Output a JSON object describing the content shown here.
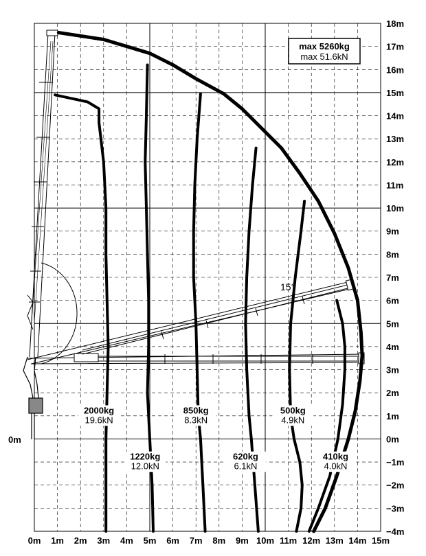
{
  "chart_data": {
    "type": "line",
    "title": "",
    "xlabel": "",
    "ylabel": "",
    "xlim": [
      0,
      15
    ],
    "ylim": [
      -4,
      18
    ],
    "grid": true,
    "x_ticks": [
      {
        "v": 0,
        "label": "0m"
      },
      {
        "v": 1,
        "label": "1m"
      },
      {
        "v": 2,
        "label": "2m"
      },
      {
        "v": 3,
        "label": "3m"
      },
      {
        "v": 4,
        "label": "4m"
      },
      {
        "v": 5,
        "label": "5m"
      },
      {
        "v": 6,
        "label": "6m"
      },
      {
        "v": 7,
        "label": "7m"
      },
      {
        "v": 8,
        "label": "8m"
      },
      {
        "v": 9,
        "label": "9m"
      },
      {
        "v": 10,
        "label": "10m"
      },
      {
        "v": 11,
        "label": "11m"
      },
      {
        "v": 12,
        "label": "12m"
      },
      {
        "v": 13,
        "label": "13m"
      },
      {
        "v": 14,
        "label": "14m"
      },
      {
        "v": 15,
        "label": "15m"
      }
    ],
    "y_ticks": [
      {
        "v": 18,
        "label": "18m"
      },
      {
        "v": 17,
        "label": "17m"
      },
      {
        "v": 16,
        "label": "16m"
      },
      {
        "v": 15,
        "label": "15m"
      },
      {
        "v": 14,
        "label": "14m"
      },
      {
        "v": 13,
        "label": "13m"
      },
      {
        "v": 12,
        "label": "12m"
      },
      {
        "v": 11,
        "label": "11m"
      },
      {
        "v": 10,
        "label": "10m"
      },
      {
        "v": 9,
        "label": "9m"
      },
      {
        "v": 8,
        "label": "8m"
      },
      {
        "v": 7,
        "label": "7m"
      },
      {
        "v": 6,
        "label": "6m"
      },
      {
        "v": 5,
        "label": "5m"
      },
      {
        "v": 4,
        "label": "4m"
      },
      {
        "v": 3,
        "label": "3m"
      },
      {
        "v": 2,
        "label": "2m"
      },
      {
        "v": 1,
        "label": "1m"
      },
      {
        "v": 0,
        "label": "0m"
      },
      {
        "v": -1,
        "label": "−1m"
      },
      {
        "v": -2,
        "label": "−2m"
      },
      {
        "v": -3,
        "label": "−3m"
      },
      {
        "v": -4,
        "label": "−4m"
      }
    ],
    "left_label": "0m",
    "max_box": {
      "kg": "max 5260kg",
      "kn": "max 51.6kN"
    },
    "angle_label": "15°",
    "envelope": [
      [
        1.05,
        17.6
      ],
      [
        3,
        17.3
      ],
      [
        5,
        16.7
      ],
      [
        6,
        16.2
      ],
      [
        7,
        15.6
      ],
      [
        8.2,
        14.95
      ],
      [
        9,
        14.3
      ],
      [
        10,
        13.3
      ],
      [
        10.7,
        12.6
      ],
      [
        11.5,
        11.5
      ],
      [
        12.3,
        10.3
      ],
      [
        13,
        8.9
      ],
      [
        13.6,
        7.4
      ],
      [
        14,
        6
      ],
      [
        14.15,
        4.6
      ],
      [
        14.2,
        3.6
      ],
      [
        14.1,
        2.5
      ],
      [
        13.9,
        1.2
      ],
      [
        13.6,
        0
      ],
      [
        13.1,
        -1.6
      ],
      [
        12.6,
        -3
      ],
      [
        12.1,
        -4
      ]
    ],
    "series": [
      {
        "load_kg": "2000kg",
        "load_kn": "19.6kN",
        "points": [
          [
            0.9,
            14.9
          ],
          [
            2.3,
            14.6
          ],
          [
            2.8,
            14.3
          ],
          [
            2.8,
            13.7
          ],
          [
            3,
            12
          ],
          [
            3.1,
            10
          ],
          [
            3.1,
            8
          ],
          [
            3.15,
            6
          ],
          [
            3.2,
            4
          ],
          [
            3.15,
            2
          ],
          [
            3.1,
            0
          ],
          [
            3.1,
            -4
          ]
        ]
      },
      {
        "load_kg": "1220kg",
        "load_kn": "12.0kN",
        "points": [
          [
            4.9,
            16.2
          ],
          [
            4.85,
            14
          ],
          [
            4.8,
            12
          ],
          [
            4.85,
            10
          ],
          [
            4.9,
            8
          ],
          [
            4.95,
            6
          ],
          [
            4.95,
            4
          ],
          [
            4.9,
            2
          ],
          [
            5.0,
            0
          ],
          [
            5.1,
            -2
          ],
          [
            5.15,
            -4
          ]
        ]
      },
      {
        "load_kg": "850kg",
        "load_kn": "8.3kN",
        "points": [
          [
            7.2,
            14.95
          ],
          [
            7.05,
            13
          ],
          [
            6.95,
            11
          ],
          [
            6.9,
            9
          ],
          [
            6.9,
            7
          ],
          [
            7.0,
            5
          ],
          [
            7.05,
            3
          ],
          [
            7.1,
            1
          ],
          [
            7.2,
            0
          ],
          [
            7.3,
            -2
          ],
          [
            7.4,
            -4
          ]
        ]
      },
      {
        "load_kg": "620kg",
        "load_kn": "6.1kN",
        "points": [
          [
            9.6,
            12.6
          ],
          [
            9.45,
            11
          ],
          [
            9.3,
            9
          ],
          [
            9.2,
            7
          ],
          [
            9.15,
            5
          ],
          [
            9.2,
            3
          ],
          [
            9.3,
            1
          ],
          [
            9.4,
            0
          ],
          [
            9.55,
            -2
          ],
          [
            9.7,
            -4
          ]
        ]
      },
      {
        "load_kg": "500kg",
        "load_kn": "4.9kN",
        "points": [
          [
            11.7,
            10.3
          ],
          [
            11.55,
            9
          ],
          [
            11.3,
            7
          ],
          [
            11.1,
            5
          ],
          [
            11.05,
            3
          ],
          [
            11.1,
            1
          ],
          [
            11.25,
            0
          ],
          [
            11.5,
            -1
          ],
          [
            11.6,
            -2
          ],
          [
            11.55,
            -3
          ],
          [
            11.35,
            -4
          ]
        ]
      },
      {
        "load_kg": "410kg",
        "load_kn": "4.0kN",
        "points": [
          [
            13.1,
            6.0
          ],
          [
            13.35,
            5
          ],
          [
            13.45,
            4
          ],
          [
            13.45,
            3
          ],
          [
            13.35,
            1.5
          ],
          [
            13.15,
            0
          ],
          [
            12.8,
            -1.6
          ],
          [
            12.3,
            -3
          ],
          [
            11.9,
            -4
          ]
        ]
      }
    ]
  }
}
